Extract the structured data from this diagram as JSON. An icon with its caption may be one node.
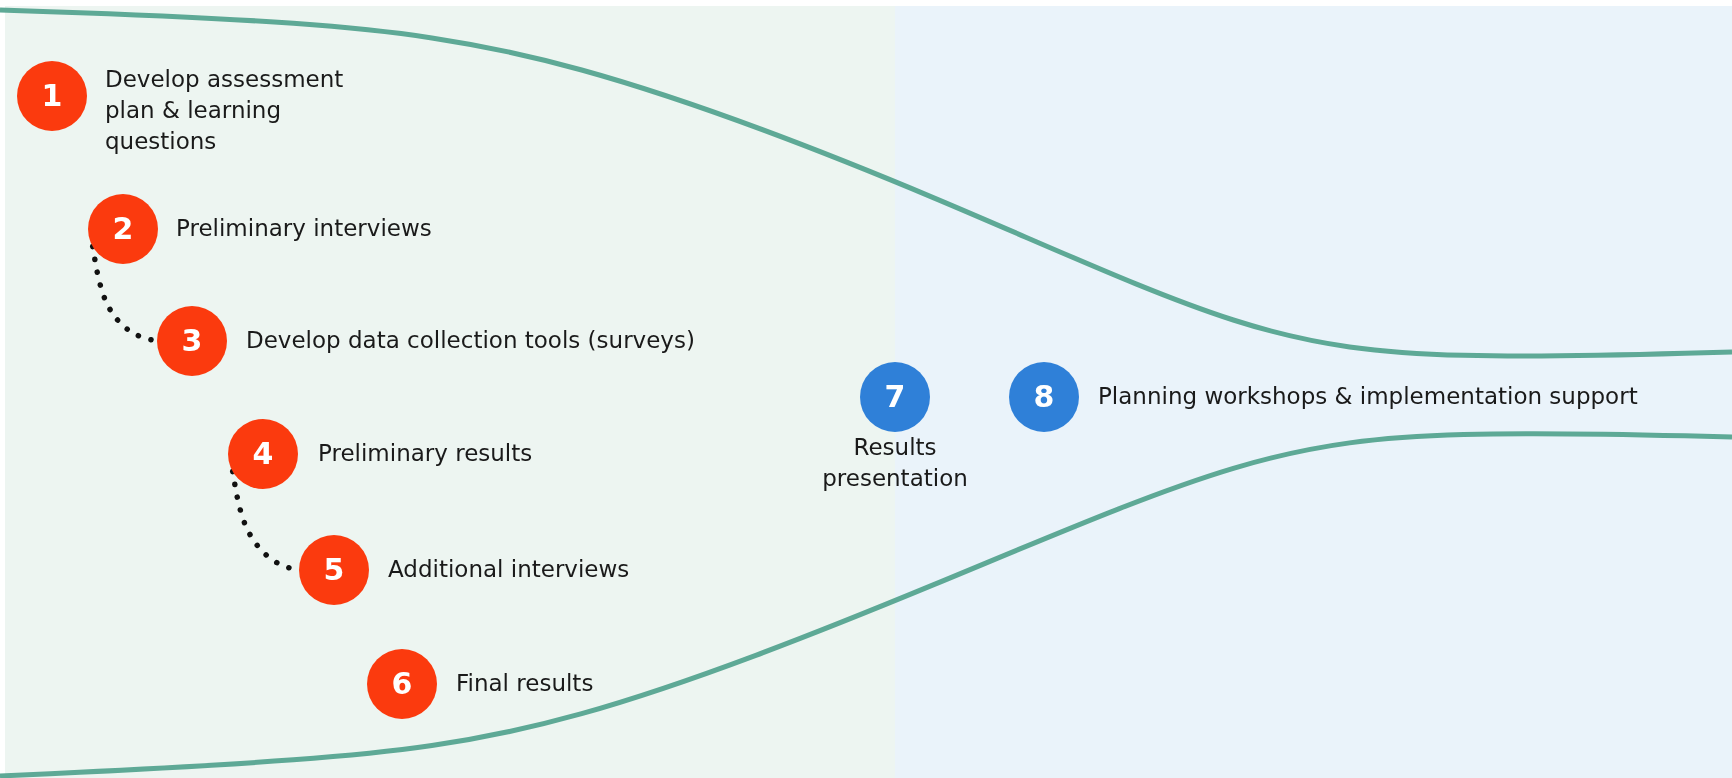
{
  "diagram": {
    "nodes": [
      {
        "text": [
          "1"
        ],
        "beside": [
          "Develop assessment plan & learning questions"
        ]
      },
      {
        "text": [
          "2"
        ],
        "beside": [
          "Preliminary interviews"
        ]
      },
      {
        "text": [
          "3"
        ],
        "beside": [
          "Develop data collection tools (surveys)"
        ]
      },
      {
        "text": [
          "4"
        ],
        "beside": [
          "Preliminary results"
        ]
      },
      {
        "text": [
          "5"
        ],
        "beside": [
          "Additional interviews"
        ]
      },
      {
        "text": [
          "6"
        ],
        "beside": [
          "Final results"
        ]
      },
      {
        "text": [
          "7"
        ],
        "beside": [
          "Results presentation"
        ]
      },
      {
        "text": [
          "8"
        ],
        "beside": [
          "Planning workshops & implementation support"
        ]
      }
    ],
    "edges": [
      {
        "from": 1,
        "to": 2,
        "arrow": "none",
        "style": "dashed"
      },
      {
        "from": 3,
        "to": 4,
        "arrow": "none",
        "style": "dashed"
      }
    ]
  }
}
